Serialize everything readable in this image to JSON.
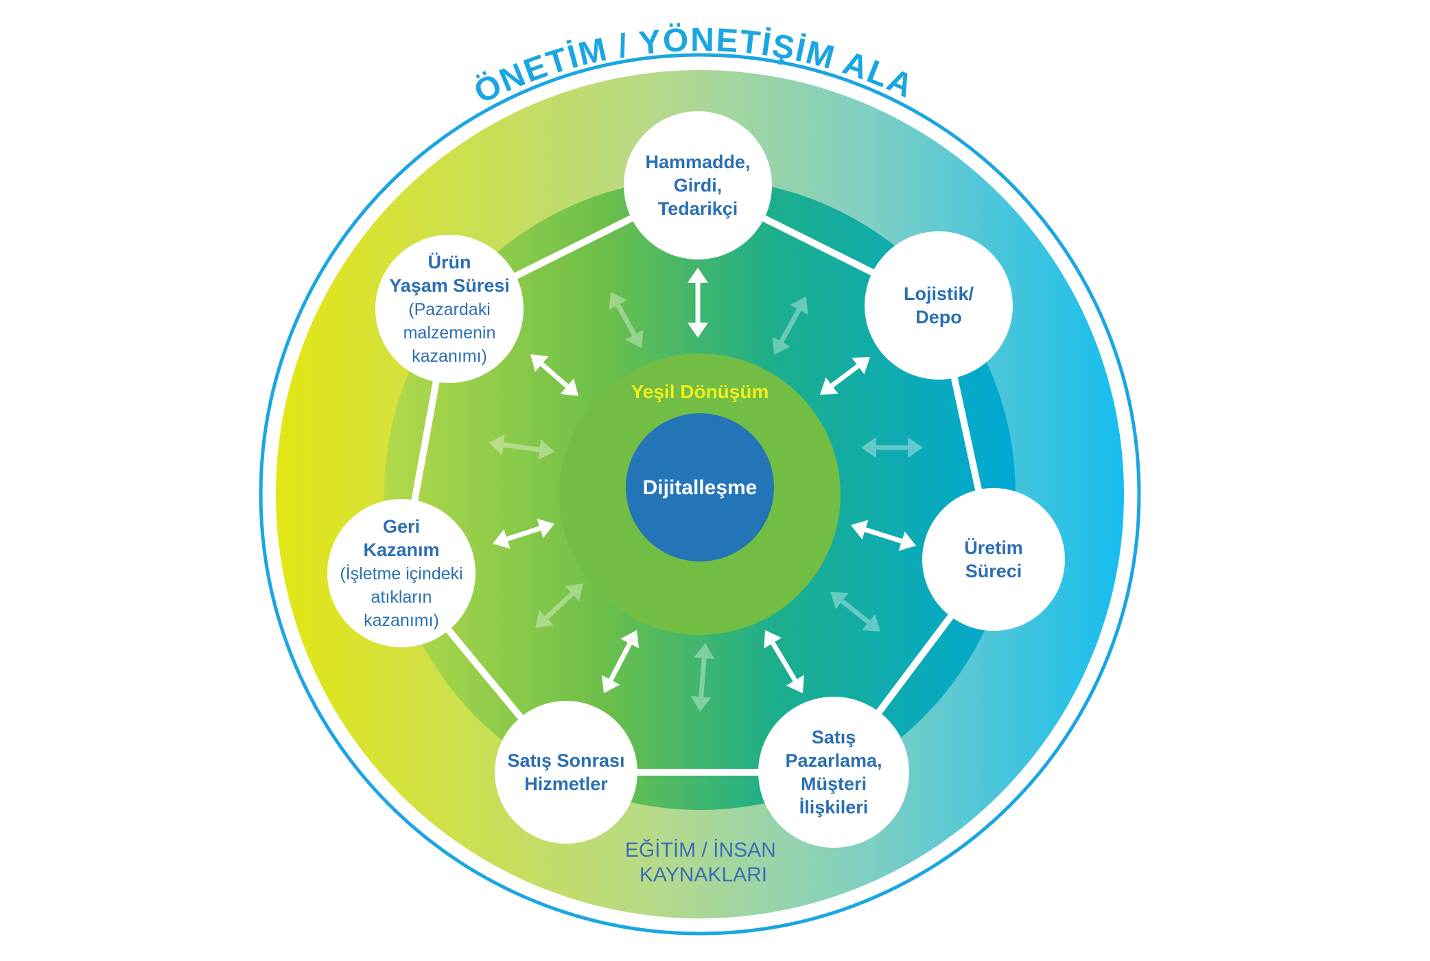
{
  "title": "YÖNETİM / YÖNETİŞİM ALANI",
  "outer_band_label": [
    "EĞİTİM / İNSAN",
    "KAYNAKLARI"
  ],
  "inner_ring_label": "Yeşil Dönüşüm",
  "core_label": "Dijitalleşme",
  "nodes": [
    {
      "id": "hammadde",
      "title": [
        "Hammadde,",
        "Girdi,",
        "Tedarikçi"
      ],
      "subtitle": []
    },
    {
      "id": "lojistik",
      "title": [
        "Lojistik/",
        "Depo"
      ],
      "subtitle": []
    },
    {
      "id": "uretim",
      "title": [
        "Üretim",
        "Süreci"
      ],
      "subtitle": []
    },
    {
      "id": "satis-pazarlama",
      "title": [
        "Satış",
        "Pazarlama,",
        "Müşteri",
        "İlişkileri"
      ],
      "subtitle": []
    },
    {
      "id": "satis-sonrasi",
      "title": [
        "Satış Sonrası",
        "Hizmetler"
      ],
      "subtitle": []
    },
    {
      "id": "geri-kazanim",
      "title": [
        "Geri",
        "Kazanım"
      ],
      "subtitle": [
        "(İşletme içindeki",
        "atıkların",
        "kazanımı)"
      ]
    },
    {
      "id": "urun-yasam",
      "title": [
        "Ürün",
        "Yaşam Süresi"
      ],
      "subtitle": [
        "(Pazardaki",
        "malzemenin",
        "kazanımı)"
      ]
    }
  ],
  "colors": {
    "gradient_left": "#e3e614",
    "gradient_mid": "#b6d98a",
    "gradient_right": "#16bdf0",
    "inner_green_left": "#a2d04e",
    "inner_green_mid": "#57b84c",
    "inner_teal_right": "#00a8d6",
    "green_ring": "#72bd44",
    "core_blue": "#2474b8",
    "node_text": "#2b6fb3",
    "title_blue": "#1aa6e2",
    "inner_label_yellow": "#f1ee1e"
  }
}
